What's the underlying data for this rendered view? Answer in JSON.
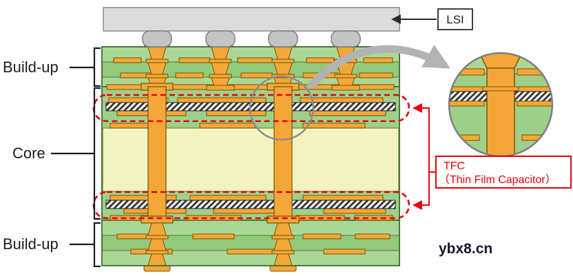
{
  "labels": {
    "buildup_top": "Build-up",
    "core": "Core",
    "buildup_bottom": "Build-up",
    "lsi": "LSI",
    "tfc_line1": "TFC",
    "tfc_line2": "（Thin Film Capacitor）",
    "watermark": "ybx8.cn"
  },
  "icons": {
    "lsi_pointer": "left-arrow",
    "zoom_arrow": "curved-right-arrow",
    "tfc_pointers": "left-arrow"
  },
  "colors": {
    "buildup_green": "#9ed08a",
    "buildup_green_light": "#abd796",
    "buildup_green_dark": "#93c97c",
    "core_yellow": "#f2f3c0",
    "copper_orange": "#f3a738",
    "copper_outline": "#7a5200",
    "lsi_gray": "#dcdcdc",
    "bump_gray": "#c4c4c4",
    "highlight_red": "#e8000d",
    "arrow_gray": "#b3b3b3"
  }
}
